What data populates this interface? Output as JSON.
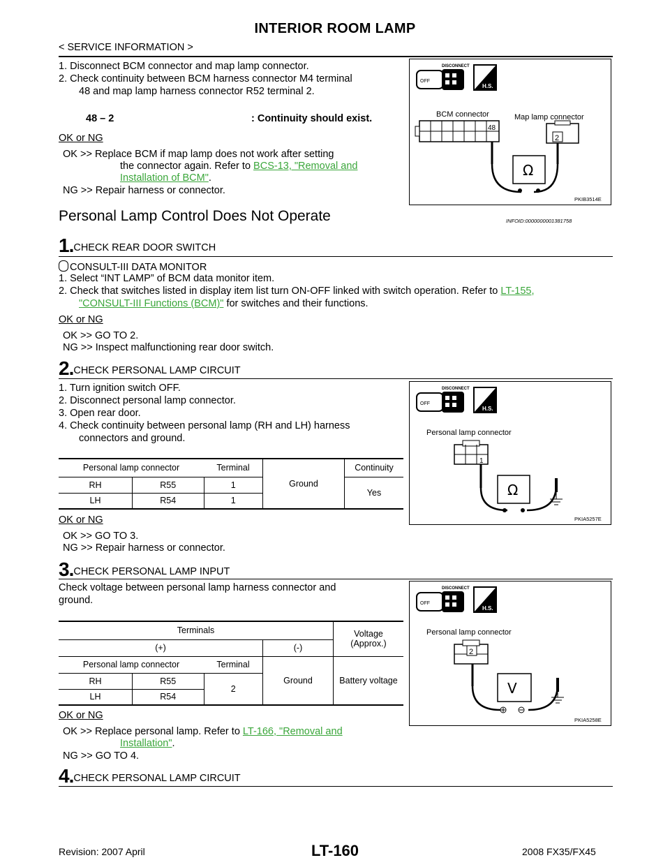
{
  "header": {
    "title": "INTERIOR ROOM LAMP",
    "service_info": "< SERVICE INFORMATION >"
  },
  "map_lamp_check": {
    "step1": "1. Disconnect BCM connector and map lamp connector.",
    "step2a": "2. Check continuity between BCM harness connector M4 terminal",
    "step2b": "48 and map lamp harness connector R52 terminal 2.",
    "spec_terminals": "48 – 2",
    "spec_result": ": Continuity should exist.",
    "ok_or_ng": "OK or NG",
    "ok_line1": "OK    >> Replace BCM if map lamp does not work after setting",
    "ok_line2_prefix": "the connector again. Refer to ",
    "ok_link1": "BCS-13, \"Removal and",
    "ok_link2": "Installation of BCM\"",
    "ok_line3_suffix": ".",
    "ng_line": "NG    >> Repair harness or connector.",
    "figure": {
      "bcm_label": "BCM connector",
      "map_label": "Map lamp connector",
      "term48": "48",
      "term2": "2",
      "ohm": "Ω",
      "id": "PKIB3514E"
    }
  },
  "section": {
    "title": "Personal Lamp Control Does Not Operate",
    "infoid": "INFOID:0000000001381758"
  },
  "step_1": {
    "num": "1.",
    "title": "CHECK REAR DOOR SWITCH",
    "consult": "CONSULT-III DATA MONITOR",
    "l1": "1. Select “INT LAMP” of BCM data monitor item.",
    "l2_prefix": "2. Check that switches listed in display item list turn ON-OFF linked with switch operation. Refer to ",
    "l2_link": "LT-155,",
    "l3_link": "\"CONSULT-III Functions (BCM)\"",
    "l3_suffix": " for switches and their functions.",
    "ok_or_ng": "OK or NG",
    "ok": "OK    >> GO TO 2.",
    "ng": "NG    >> Inspect malfunctioning rear door switch."
  },
  "step_2": {
    "num": "2.",
    "title": "CHECK PERSONAL LAMP CIRCUIT",
    "l1": "1. Turn ignition switch OFF.",
    "l2": "2. Disconnect personal lamp connector.",
    "l3": "3. Open rear door.",
    "l4a": "4. Check continuity between personal lamp (RH and LH) harness",
    "l4b": "connectors and ground.",
    "table": {
      "h_conn": "Personal lamp connector",
      "h_term": "Terminal",
      "h_cont": "Continuity",
      "ground": "Ground",
      "yes": "Yes",
      "rows": [
        {
          "side": "RH",
          "conn": "R55",
          "term": "1"
        },
        {
          "side": "LH",
          "conn": "R54",
          "term": "1"
        }
      ]
    },
    "ok_or_ng": "OK or NG",
    "ok": "OK    >> GO TO 3.",
    "ng": "NG    >> Repair harness or connector.",
    "figure": {
      "label": "Personal lamp connector",
      "term": "1",
      "ohm": "Ω",
      "id": "PKIA5257E"
    }
  },
  "step_3": {
    "num": "3.",
    "title": "CHECK PERSONAL LAMP INPUT",
    "l1": "Check voltage between personal lamp harness connector and",
    "l2": "ground.",
    "table": {
      "h_terminals": "Terminals",
      "h_plus": "(+)",
      "h_minus": "(-)",
      "h_voltage1": "Voltage",
      "h_voltage2": "(Approx.)",
      "h_conn": "Personal lamp connector",
      "h_term": "Terminal",
      "ground": "Ground",
      "term": "2",
      "battery": "Battery voltage",
      "rows": [
        {
          "side": "RH",
          "conn": "R55"
        },
        {
          "side": "LH",
          "conn": "R54"
        }
      ]
    },
    "ok_or_ng": "OK or NG",
    "ok_prefix": "OK    >> Replace personal lamp. Refer to ",
    "ok_link1": "LT-166, \"Removal and",
    "ok_link2": "Installation\"",
    "ok_suffix": ".",
    "ng": "NG    >> GO TO 4.",
    "figure": {
      "label": "Personal lamp connector",
      "term": "2",
      "volt": "V",
      "id": "PKIA5258E"
    }
  },
  "step_4": {
    "num": "4.",
    "title": "CHECK PERSONAL LAMP CIRCUIT"
  },
  "footer": {
    "revision": "Revision: 2007 April",
    "page": "LT-160",
    "model": "2008 FX35/FX45"
  },
  "figure_common": {
    "disconnect": "DISCONNECT",
    "off": "OFF",
    "hs": "H.S."
  }
}
